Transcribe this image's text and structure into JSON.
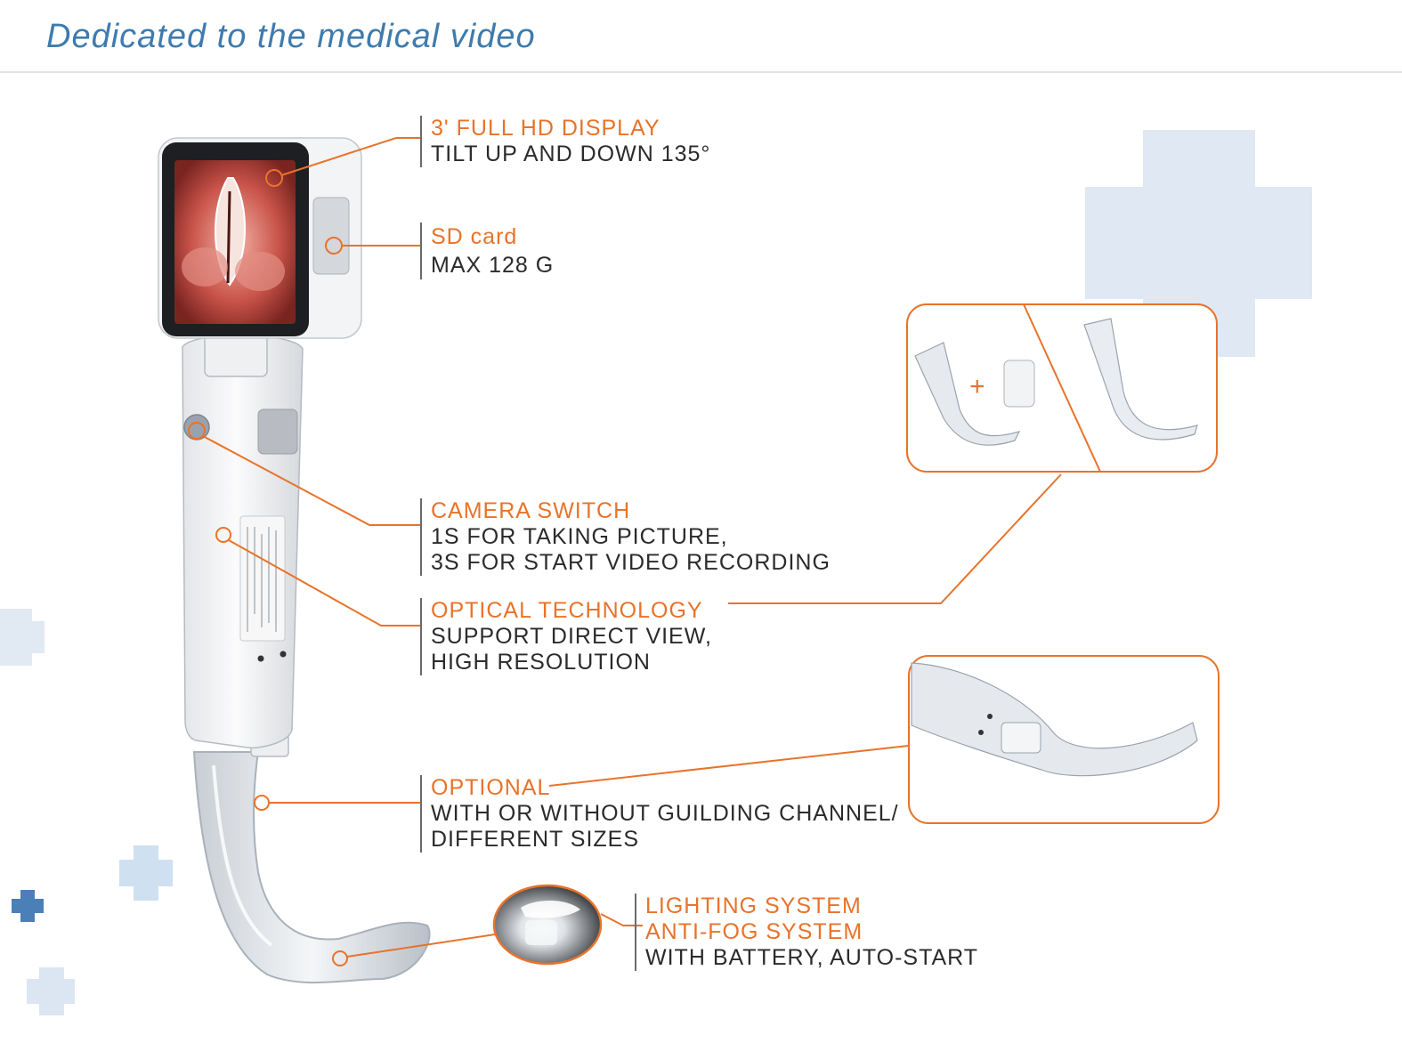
{
  "header": {
    "title": "Dedicated to the medical video"
  },
  "colors": {
    "accent": "#e8732a",
    "brand_blue": "#3f7bad",
    "cross_light": "#dfe8f3",
    "cross_dark": "#4a7fb8"
  },
  "callouts": {
    "display": {
      "title": "3' FULL HD DISPLAY",
      "lines": [
        "TILT UP AND DOWN 135°"
      ]
    },
    "sd_card": {
      "title": "SD card",
      "lines": [
        "MAX 128 G"
      ]
    },
    "camera_switch": {
      "title": "CAMERA SWITCH",
      "lines": [
        "1S FOR TAKING PICTURE,",
        "3S FOR START VIDEO RECORDING"
      ]
    },
    "optical": {
      "title": "OPTICAL TECHNOLOGY",
      "lines": [
        "SUPPORT DIRECT VIEW,",
        "HIGH RESOLUTION"
      ]
    },
    "optional": {
      "title": "OPTIONAL",
      "lines": [
        "WITH OR WITHOUT GUILDING CHANNEL/",
        "DIFFERENT SIZES"
      ]
    },
    "lighting": {
      "title": "LIGHTING SYSTEM",
      "title2": "ANTI-FOG SYSTEM",
      "lines": [
        "WITH BATTERY, AUTO-START"
      ]
    }
  },
  "inset_plus": "+"
}
